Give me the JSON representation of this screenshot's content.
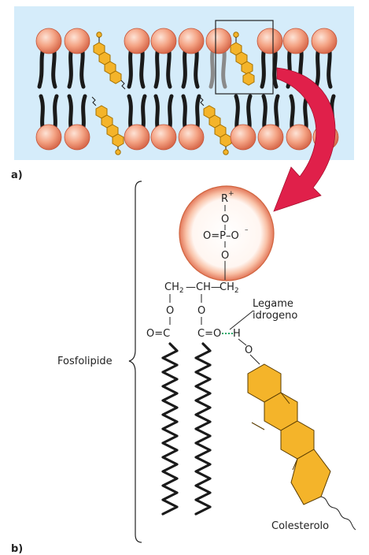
{
  "panel_a": {
    "label": "a)"
  },
  "panel_b": {
    "label": "b)",
    "bracket_label": "Fosfolipide",
    "head_group": {
      "r_group": "R",
      "r_charge": "+",
      "oxygen": "O",
      "phosphate": "O=P–O",
      "phosphate_charge": "–",
      "chain_segment_left": "CH",
      "chain_segment_mid": "—CH—",
      "chain_segment_right": "CH",
      "subscript_two": "2"
    },
    "ester_left": "O=C",
    "ester_right": "C=O",
    "hydrogen": "H",
    "hydrogen_bond_label": "Legame idrogeno",
    "cholesterol_label": "Colesterolo"
  },
  "colors": {
    "water_background": "#d5ecfa",
    "head_sphere": "#f0a080",
    "head_sphere_edge": "#c4553a",
    "sterol_fill": "#f4b42a",
    "sterol_edge": "#a47000",
    "arrow": "#e0204a",
    "tail": "#1a1a1a",
    "highlight_tail": "#8a8a8a",
    "hydrogen_bond": "#2aa86a"
  }
}
